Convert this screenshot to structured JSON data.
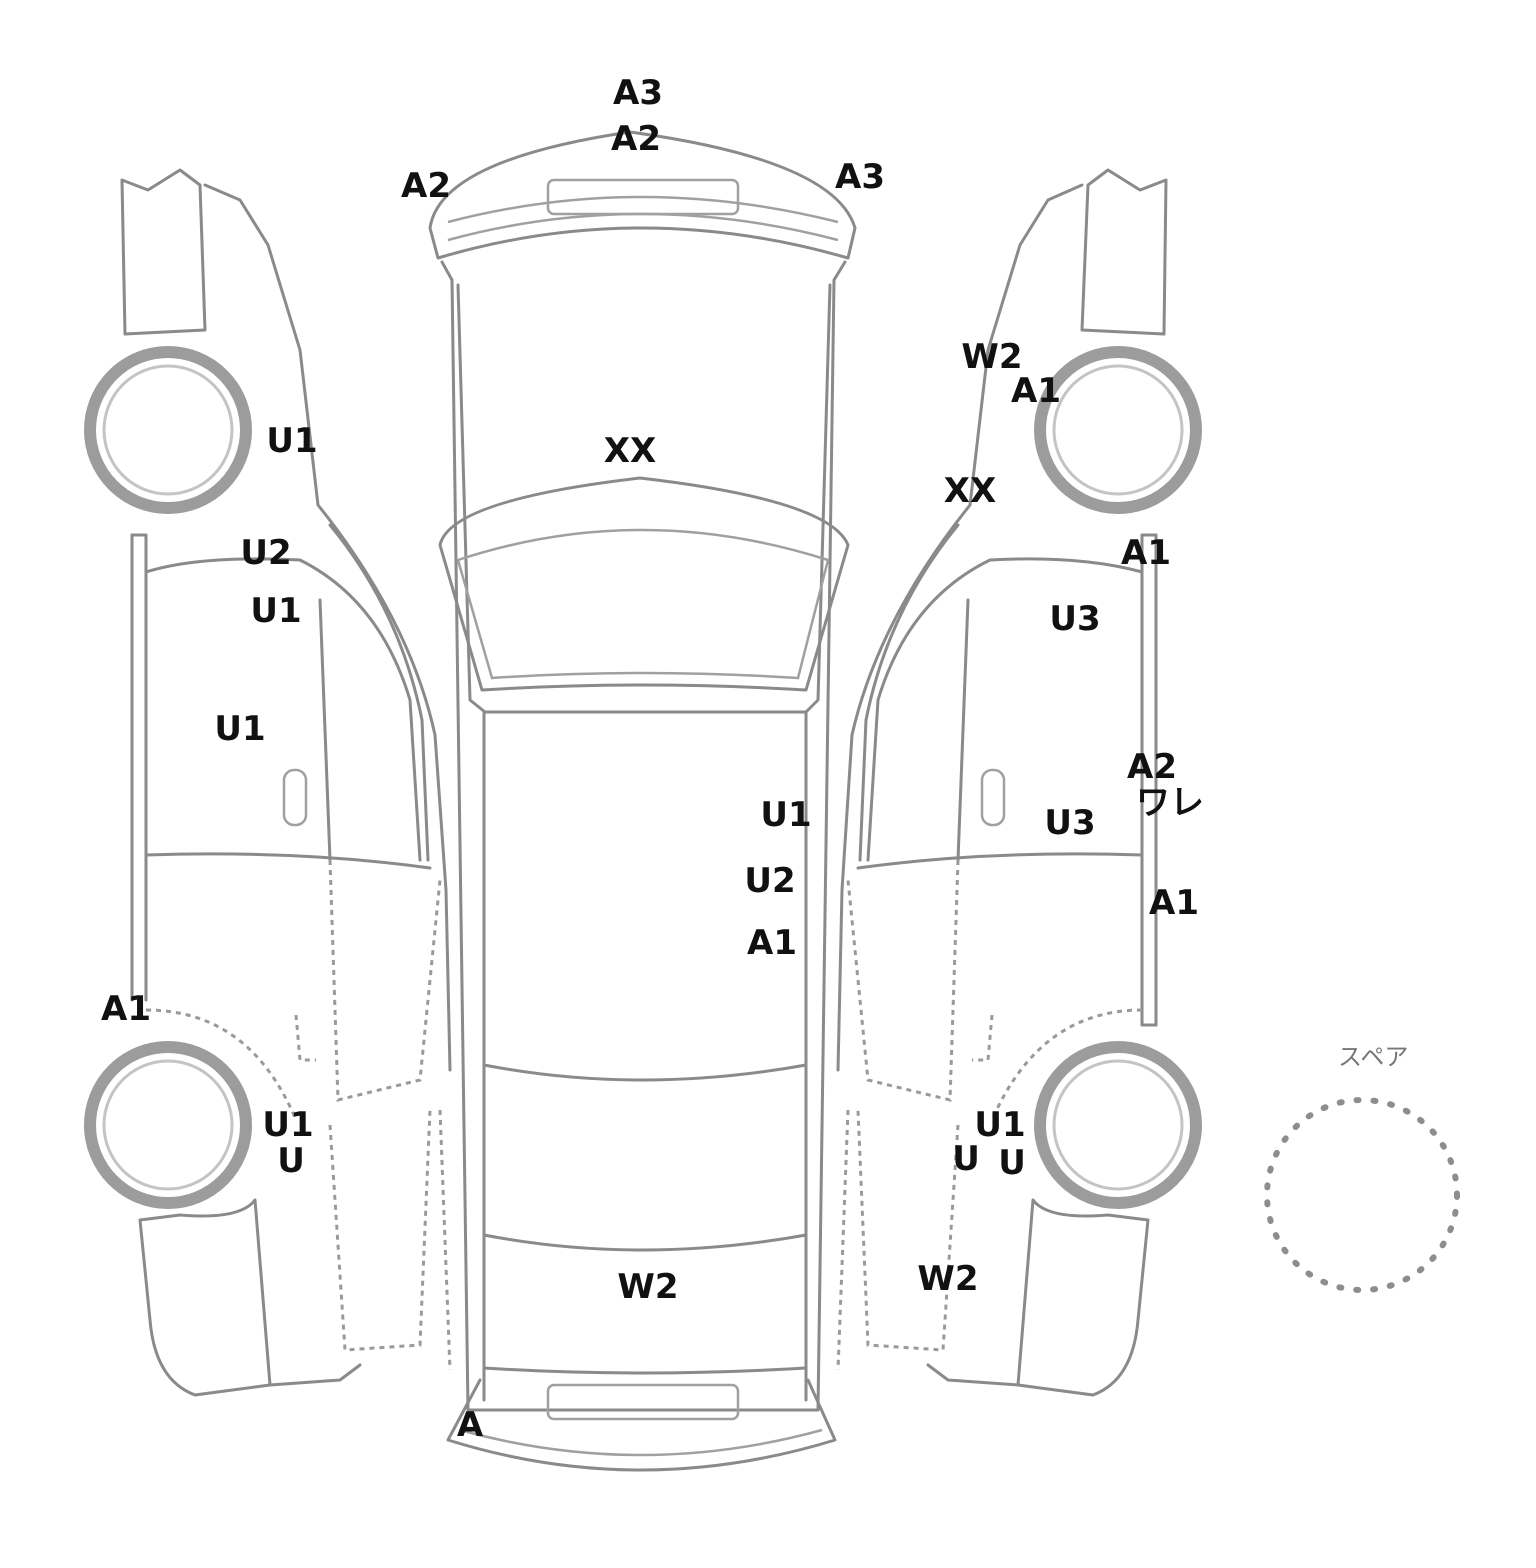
{
  "spare_label": "スペア",
  "marks": [
    "A3",
    "A2",
    "A2",
    "A3",
    "W2",
    "A1",
    "U1",
    "XX",
    "XX",
    "U2",
    "A1",
    "U1",
    "U3",
    "U1",
    "A2",
    "ワレ",
    "U1",
    "U3",
    "U2",
    "A1",
    "A1",
    "A1",
    "U1",
    "U1",
    "U",
    "U",
    "U",
    "W2",
    "W2",
    "A"
  ],
  "colors": {
    "outline": "#8a8a8a",
    "text": "#111111"
  }
}
